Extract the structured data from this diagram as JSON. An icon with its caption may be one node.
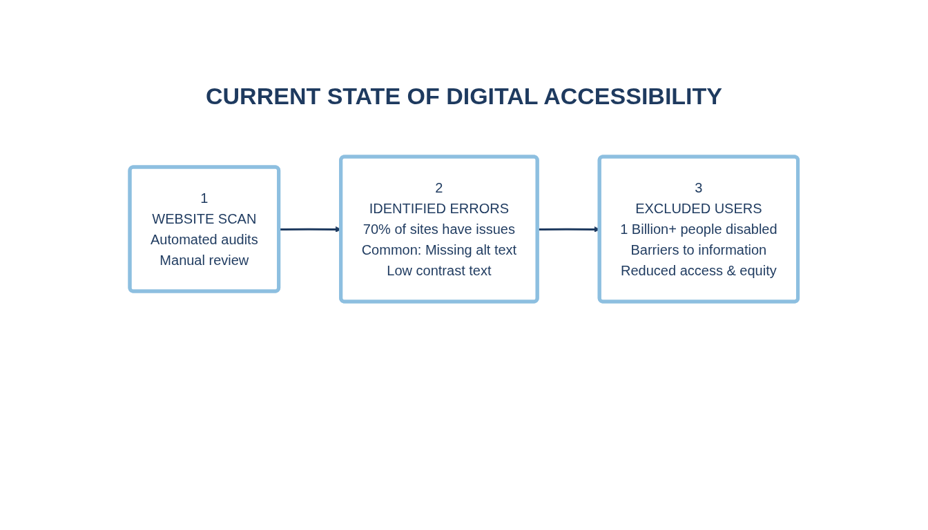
{
  "diagram": {
    "title": "CURRENT STATE OF DIGITAL ACCESSIBILITY",
    "nodes": [
      {
        "text": [
          "1",
          "WEBSITE SCAN",
          "Automated audits",
          "Manual review"
        ]
      },
      {
        "text": [
          "2",
          "IDENTIFIED ERRORS",
          "70% of sites have issues",
          "Common: Missing alt text",
          "Low contrast text"
        ]
      },
      {
        "text": [
          "3",
          "EXCLUDED USERS",
          "1 Billion+ people disabled",
          "Barriers to information",
          "Reduced access & equity"
        ]
      }
    ],
    "edges": [
      {
        "from": 0,
        "to": 1,
        "arrow": "to"
      },
      {
        "from": 1,
        "to": 2,
        "arrow": "to"
      }
    ]
  }
}
